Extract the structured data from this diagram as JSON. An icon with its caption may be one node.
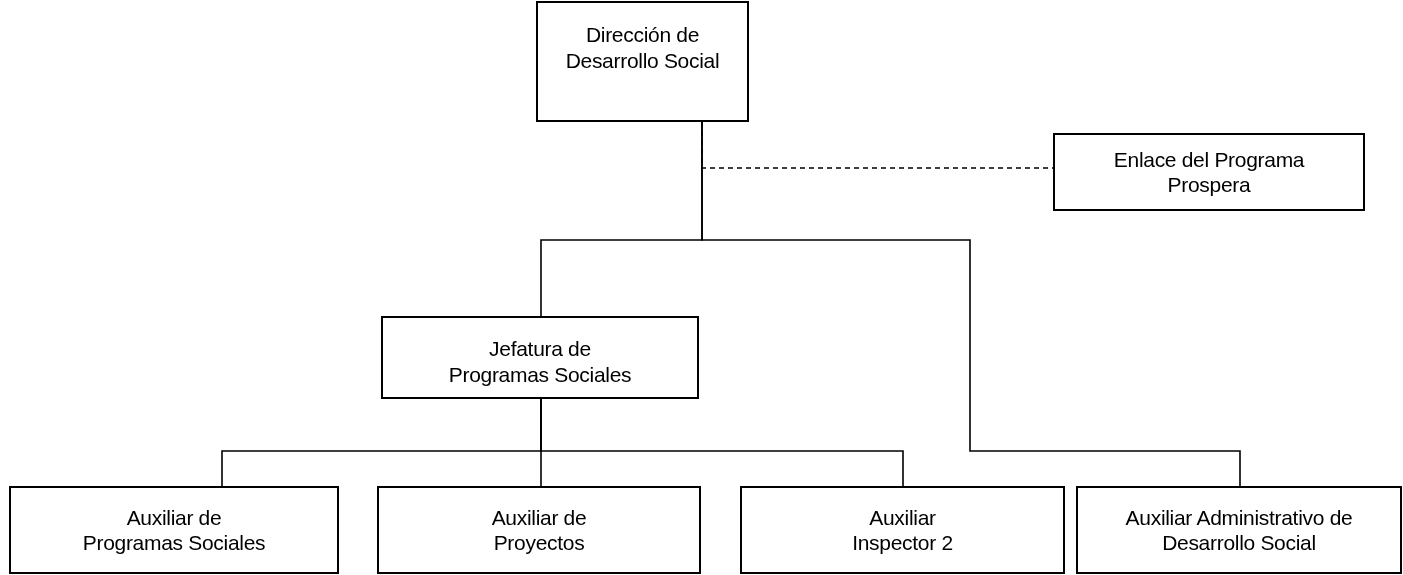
{
  "diagram": {
    "nodes": [
      {
        "text": [
          "Dirección de Desarrollo Social"
        ]
      },
      {
        "text": [
          "Enlace del Programa Prospera"
        ]
      },
      {
        "text": [
          "Jefatura de Programas Sociales"
        ]
      },
      {
        "text": [
          "Auxiliar de Programas Sociales"
        ]
      },
      {
        "text": [
          "Auxiliar de Proyectos"
        ]
      },
      {
        "text": [
          "Auxiliar Inspector 2"
        ]
      },
      {
        "text": [
          "Auxiliar Administrativo de Desarrollo Social"
        ]
      }
    ],
    "edges": [
      {
        "from": 0,
        "to": 1,
        "arrow": "none",
        "style": "dashed"
      },
      {
        "from": 0,
        "to": 2,
        "arrow": "none"
      },
      {
        "from": 0,
        "to": 6,
        "arrow": "none"
      },
      {
        "from": 2,
        "to": 3,
        "arrow": "none"
      },
      {
        "from": 2,
        "to": 4,
        "arrow": "none"
      },
      {
        "from": 2,
        "to": 5,
        "arrow": "none"
      }
    ]
  }
}
